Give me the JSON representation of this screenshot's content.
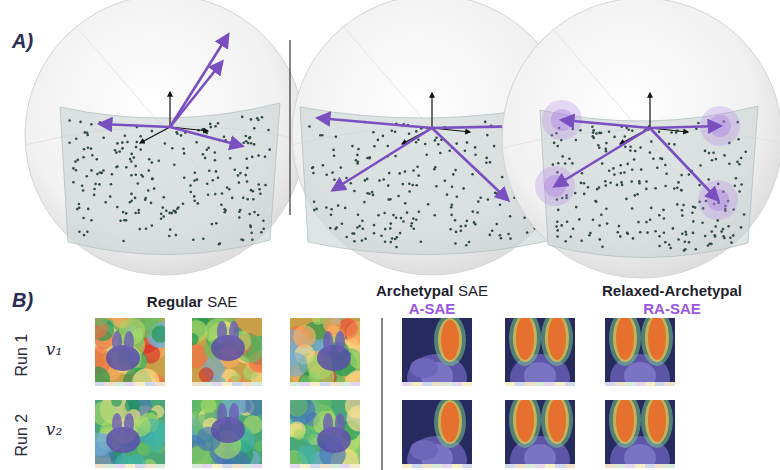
{
  "diagram": {
    "labels": [
      "A)",
      "B)",
      "Regular",
      "SAE",
      "Archetypal",
      "SAE",
      "A-SAE",
      "Relaxed-Archetypal",
      "RA-SAE",
      "Run 1",
      "v₁",
      "Run 2",
      "v₂"
    ]
  }
}
